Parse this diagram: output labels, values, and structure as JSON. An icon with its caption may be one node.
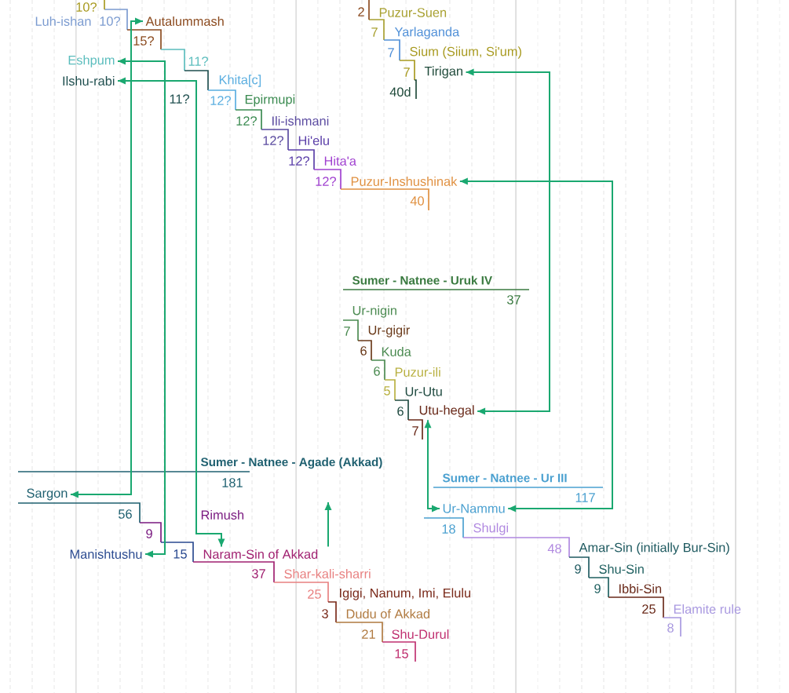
{
  "diagram": {
    "nodes": [
      {
        "text": [
          "Luh-ishan"
        ]
      },
      {
        "text": [
          "Autalummash"
        ]
      },
      {
        "text": [
          "Eshpum"
        ]
      },
      {
        "text": [
          "Ilshu-rabi"
        ]
      },
      {
        "text": [
          "Khita[c]"
        ]
      },
      {
        "text": [
          "Epirmupi"
        ]
      },
      {
        "text": [
          "Ili-ishmani"
        ]
      },
      {
        "text": [
          "Hi'elu"
        ]
      },
      {
        "text": [
          "Hita'a"
        ]
      },
      {
        "text": [
          "Puzur-Inshushinak"
        ]
      },
      {
        "text": [
          "Puzur-Suen"
        ]
      },
      {
        "text": [
          "Yarlaganda"
        ]
      },
      {
        "text": [
          "Sium (Siium, Si'um)"
        ]
      },
      {
        "text": [
          "Tirigan"
        ]
      },
      {
        "text": [
          "Sumer - Natnee - Uruk IV"
        ]
      },
      {
        "text": [
          "Ur-nigin"
        ]
      },
      {
        "text": [
          "Ur-gigir"
        ]
      },
      {
        "text": [
          "Kuda"
        ]
      },
      {
        "text": [
          "Puzur-ili"
        ]
      },
      {
        "text": [
          "Ur-Utu"
        ]
      },
      {
        "text": [
          "Utu-hegal"
        ]
      },
      {
        "text": [
          "Sumer - Natnee - Ur III"
        ]
      },
      {
        "text": [
          "Ur-Nammu"
        ]
      },
      {
        "text": [
          "Shulgi"
        ]
      },
      {
        "text": [
          "Amar-Sin (initially Bur-Sin)"
        ]
      },
      {
        "text": [
          "Shu-Sin"
        ]
      },
      {
        "text": [
          "Ibbi-Sin"
        ]
      },
      {
        "text": [
          "Elamite rule"
        ]
      },
      {
        "text": [
          "Sumer - Natnee - Agade (Akkad)"
        ]
      },
      {
        "text": [
          "Sargon"
        ]
      },
      {
        "text": [
          "Rimush"
        ]
      },
      {
        "text": [
          "Manishtushu"
        ]
      },
      {
        "text": [
          "Naram-Sin of Akkad"
        ]
      },
      {
        "text": [
          "Shar-kali-sharri"
        ]
      },
      {
        "text": [
          "Igigi, Nanum, Imi, Elulu"
        ]
      },
      {
        "text": [
          "Dudu of Akkad"
        ]
      },
      {
        "text": [
          "Shu-Durul"
        ]
      }
    ],
    "edges": [
      {
        "from": 1,
        "to": 29,
        "arrow": "both"
      },
      {
        "from": 2,
        "to": 31,
        "arrow": "both"
      },
      {
        "from": 3,
        "to": 32,
        "arrow": "both"
      },
      {
        "from": 32,
        "to": null,
        "arrow": "to"
      },
      {
        "from": 13,
        "to": 20,
        "arrow": "both"
      },
      {
        "from": 9,
        "to": 22,
        "arrow": "both"
      },
      {
        "from": 20,
        "to": 22,
        "arrow": "both"
      }
    ],
    "labels": [
      "10?",
      "2",
      "10?",
      "15?",
      "11?",
      "11?",
      "12?",
      "12?",
      "12?",
      "12?",
      "12?",
      "40",
      "7",
      "7",
      "7",
      "40d",
      "37",
      "7",
      "6",
      "6",
      "5",
      "6",
      "7",
      "117",
      "18",
      "48",
      "9",
      "9",
      "25",
      "8",
      "181",
      "56",
      "9",
      "15",
      "37",
      "25",
      "3",
      "21",
      "15"
    ]
  }
}
